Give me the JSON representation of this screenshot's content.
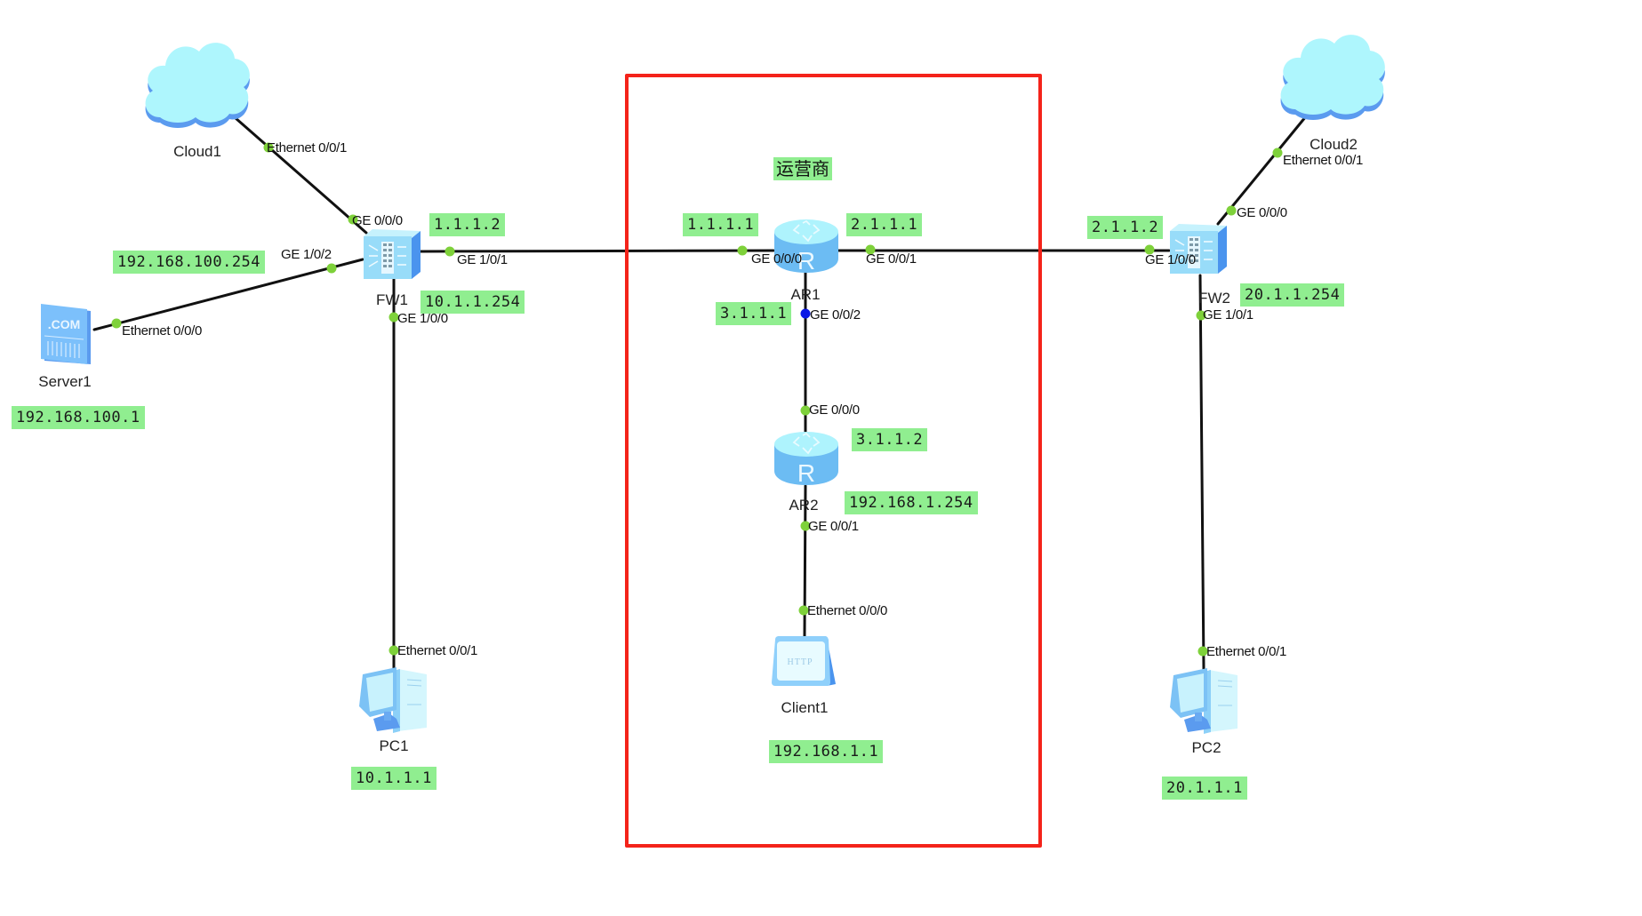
{
  "zone": {
    "title": "运营商",
    "border_color": "#f4231a"
  },
  "colors": {
    "ip_label_bg": "#90ee90",
    "port_up_dot": "#7ed13a",
    "port_blue_dot": "#0a17e6",
    "link": "#111111",
    "device_blue": "#7ec8f5"
  },
  "devices": {
    "cloud1": {
      "name": "Cloud1",
      "icon": "cloud-icon"
    },
    "cloud2": {
      "name": "Cloud2",
      "icon": "cloud-icon"
    },
    "server1": {
      "name": "Server1",
      "icon": "dns-server-icon",
      "icon_text": ".COM",
      "ip": "192.168.100.1"
    },
    "fw1": {
      "name": "FW1",
      "icon": "firewall-icon"
    },
    "fw2": {
      "name": "FW2",
      "icon": "firewall-icon"
    },
    "ar1": {
      "name": "AR1",
      "icon": "router-icon"
    },
    "ar2": {
      "name": "AR2",
      "icon": "router-icon"
    },
    "client1": {
      "name": "Client1",
      "icon": "http-client-icon",
      "icon_text": "HTTP",
      "ip": "192.168.1.1"
    },
    "pc1": {
      "name": "PC1",
      "icon": "pc-icon",
      "ip": "10.1.1.1"
    },
    "pc2": {
      "name": "PC2",
      "icon": "pc-icon",
      "ip": "20.1.1.1"
    }
  },
  "ip_labels": {
    "fw1_ge100_254": "192.168.100.254",
    "fw1_ge101": "1.1.1.2",
    "fw1_ge100": "10.1.1.254",
    "ar1_ge000": "1.1.1.1",
    "ar1_ge001": "2.1.1.1",
    "ar1_ge002": "3.1.1.1",
    "ar2_ge000": "3.1.1.2",
    "ar2_ge001": "192.168.1.254",
    "fw2_ge100": "2.1.1.2",
    "fw2_ge101": "20.1.1.254"
  },
  "ports": {
    "cloud1_eth001": "Ethernet 0/0/1",
    "fw1_ge000": "GE 0/0/0",
    "fw1_ge102": "GE 1/0/2",
    "server1_eth000": "Ethernet 0/0/0",
    "fw1_ge101": "GE 1/0/1",
    "fw1_ge100": "GE 1/0/0",
    "pc1_eth001": "Ethernet 0/0/1",
    "ar1_ge000": "GE 0/0/0",
    "ar1_ge001": "GE 0/0/1",
    "ar1_ge002": "GE 0/0/2",
    "ar2_ge000": "GE 0/0/0",
    "ar2_ge001": "GE 0/0/1",
    "client1_eth000": "Ethernet 0/0/0",
    "fw2_ge100": "GE 1/0/0",
    "fw2_ge000": "GE 0/0/0",
    "fw2_ge101": "GE 1/0/1",
    "cloud2_eth001": "Ethernet 0/0/1",
    "pc2_eth001": "Ethernet 0/0/1"
  },
  "links": [
    {
      "from": "Cloud1 Ethernet 0/0/1",
      "to": "FW1 GE 0/0/0"
    },
    {
      "from": "Server1 Ethernet 0/0/0",
      "to": "FW1 GE 1/0/2"
    },
    {
      "from": "FW1 GE 1/0/1",
      "to": "AR1 GE 0/0/0"
    },
    {
      "from": "FW1 GE 1/0/0",
      "to": "PC1 Ethernet 0/0/1"
    },
    {
      "from": "AR1 GE 0/0/1",
      "to": "FW2 GE 1/0/0"
    },
    {
      "from": "AR1 GE 0/0/2",
      "to": "AR2 GE 0/0/0"
    },
    {
      "from": "AR2 GE 0/0/1",
      "to": "Client1 Ethernet 0/0/0"
    },
    {
      "from": "FW2 GE 0/0/0",
      "to": "Cloud2 Ethernet 0/0/1"
    },
    {
      "from": "FW2 GE 1/0/1",
      "to": "PC2 Ethernet 0/0/1"
    }
  ]
}
